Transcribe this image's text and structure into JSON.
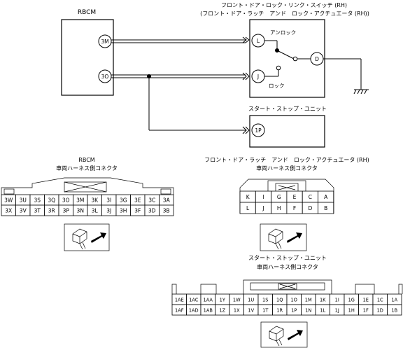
{
  "schematic": {
    "rbcm_label": "RBCM",
    "switch_title_1": "フロント・ドア・ロック・リンク・スイッチ (RH)",
    "switch_title_2": "(フロント・ドア・ラッチ　アンド　ロック・アクチュエータ (RH))",
    "ssu_title": "スタート・ストップ・ユニット",
    "pins": {
      "rbcm_3m": "3M",
      "rbcm_3o": "3O",
      "sw_l": "L",
      "sw_j": "J",
      "sw_d": "D",
      "ssu_1p": "1P"
    },
    "unlock_label": "アンロック",
    "lock_label": "ロック"
  },
  "connectors": {
    "rbcm": {
      "title_1": "RBCM",
      "title_2": "車両ハーネス側コネクタ",
      "rows": [
        [
          "3W",
          "3U",
          "3S",
          "3Q",
          "3O",
          "3M",
          "3K",
          "3I",
          "3G",
          "3E",
          "3C",
          "3A"
        ],
        [
          "3X",
          "3V",
          "3T",
          "3R",
          "3P",
          "3N",
          "3L",
          "3J",
          "3H",
          "3F",
          "3D",
          "3B"
        ]
      ]
    },
    "latch": {
      "title_1": "フロント・ドア・ラッチ　アンド　ロック・アクチュエータ (RH)",
      "title_2": "車両ハーネス側コネクタ",
      "rows": [
        [
          "K",
          "I",
          "G",
          "E",
          "C",
          "A"
        ],
        [
          "L",
          "J",
          "H",
          "F",
          "D",
          "B"
        ]
      ]
    },
    "ssu": {
      "title_1": "スタート・ストップ・ユニット",
      "title_2": "車両ハーネス側コネクタ",
      "rows": [
        [
          "1AE",
          "1AC",
          "1AA",
          "1Y",
          "1W",
          "1U",
          "1S",
          "1Q",
          "1O",
          "1M",
          "1K",
          "1I",
          "1G",
          "1E",
          "1C",
          "1A"
        ],
        [
          "1AF",
          "1AD",
          "1AB",
          "1Z",
          "1X",
          "1V",
          "1T",
          "1R",
          "1P",
          "1N",
          "1L",
          "1J",
          "1H",
          "1F",
          "1D",
          "1B"
        ]
      ]
    }
  },
  "icons": {
    "connector_view": "connector-view-icon",
    "ground": "ground-icon"
  }
}
